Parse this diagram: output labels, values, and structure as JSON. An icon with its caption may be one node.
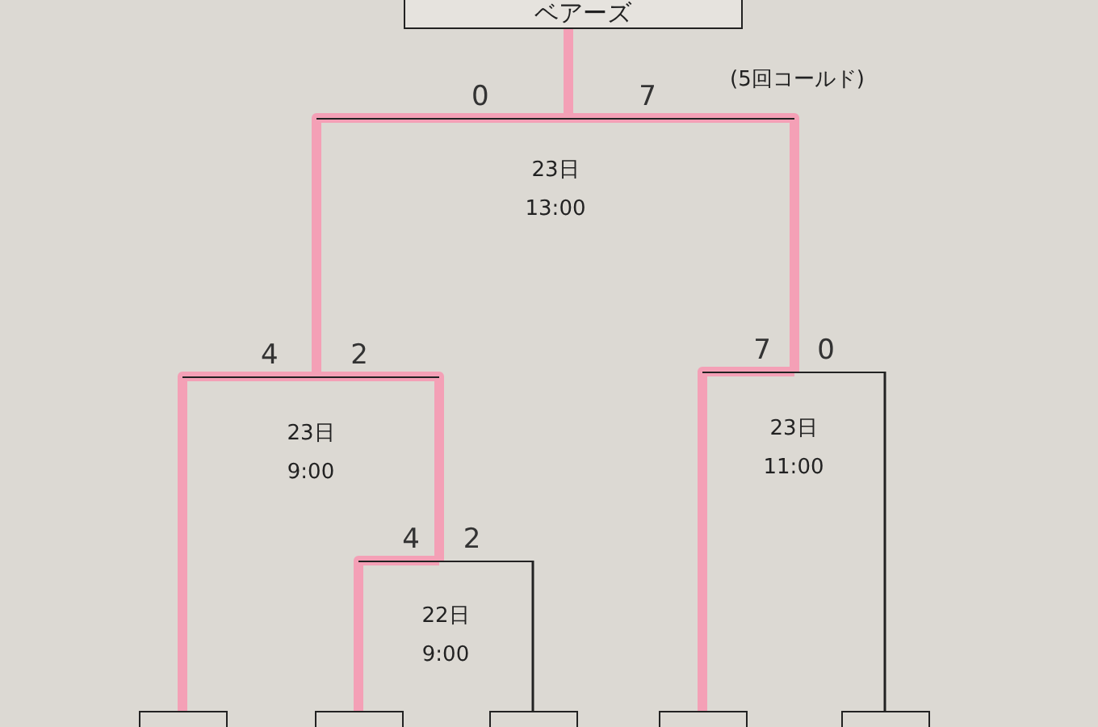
{
  "diagram": {
    "nodes": [
      {
        "text": [
          "ベアーズ"
        ]
      },
      {
        "text": [
          "23日",
          "13:00"
        ]
      },
      {
        "text": [
          "23日",
          "9:00"
        ]
      },
      {
        "text": [
          "23日",
          "11:00"
        ]
      },
      {
        "text": [
          "22日",
          "9:00"
        ]
      },
      {
        "text": [],
        "shape": "box"
      },
      {
        "text": [],
        "shape": "box"
      },
      {
        "text": [],
        "shape": "box"
      },
      {
        "text": [],
        "shape": "box"
      },
      {
        "text": [],
        "shape": "box"
      }
    ],
    "edges": [
      {
        "from": 1,
        "to": 0,
        "arrow": "none",
        "color": "#f4a0b6"
      },
      {
        "from": 2,
        "to": 1,
        "arrow": "none",
        "label": "0",
        "color": "#f4a0b6"
      },
      {
        "from": 3,
        "to": 1,
        "arrow": "none",
        "label": "7",
        "color": "#f4a0b6"
      },
      {
        "from": 5,
        "to": 2,
        "arrow": "none",
        "label": "4",
        "color": "#f4a0b6"
      },
      {
        "from": 4,
        "to": 2,
        "arrow": "none",
        "label": "2",
        "color": "#f4a0b6"
      },
      {
        "from": 6,
        "to": 4,
        "arrow": "none",
        "label": "4",
        "color": "#f4a0b6"
      },
      {
        "from": 7,
        "to": 4,
        "arrow": "none",
        "label": "2",
        "color": "#222222"
      },
      {
        "from": 8,
        "to": 3,
        "arrow": "none",
        "label": "7",
        "color": "#f4a0b6"
      },
      {
        "from": 9,
        "to": 3,
        "arrow": "none",
        "label": "0",
        "color": "#222222"
      }
    ],
    "labels": [
      "(5回コールド)"
    ]
  }
}
